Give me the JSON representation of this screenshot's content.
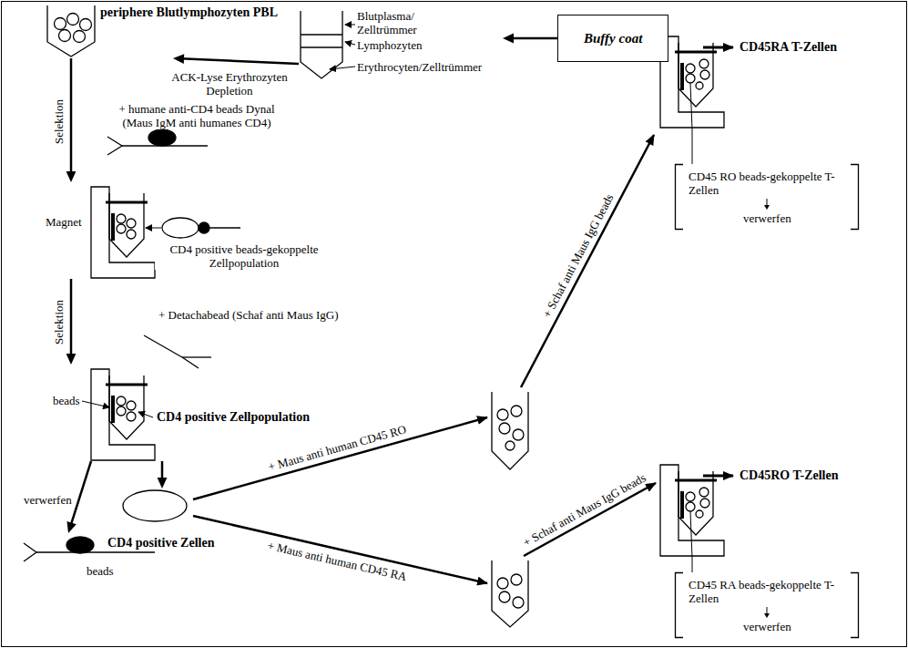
{
  "diagram": {
    "nodes": [
      {
        "text": [
          "periphere Blutlymphozyten PBL"
        ]
      },
      {
        "text": [
          "Blutplasma/ Zelltrümmer",
          "Lymphozyten",
          "Erythrocyten/Zelltrümmer"
        ]
      },
      {
        "text": [
          "Buffy coat"
        ]
      },
      {
        "text": [
          "Magnet"
        ]
      },
      {
        "text": [
          "CD4 positive Zellpopulation"
        ]
      },
      {
        "text": [
          "CD45RA T-Zellen"
        ]
      },
      {
        "text": [
          "CD45 RO beads-gekoppelte T-Zellen",
          "verwerfen"
        ]
      },
      {
        "text": [
          "CD4 positive Zellen"
        ]
      },
      {
        "text": [
          "CD45RO T-Zellen"
        ]
      },
      {
        "text": [
          "CD45 RA beads-gekoppelte T-Zellen",
          "verwerfen"
        ]
      },
      {
        "text": [
          "beads"
        ]
      }
    ],
    "edges": [
      {
        "from": 2,
        "to": 1,
        "arrow": "to"
      },
      {
        "from": 1,
        "to": 0,
        "label": "ACK-Lyse Erythrozyten Depletion",
        "arrow": "to"
      },
      {
        "from": 0,
        "to": 3,
        "label": "Selektion",
        "arrow": "to"
      },
      {
        "from": 3,
        "to": 4,
        "label": "Selektion",
        "arrow": "to"
      },
      {
        "from": 4,
        "to": 10,
        "label": "verwerfen",
        "arrow": "to"
      },
      {
        "from": 4,
        "to": 7,
        "arrow": "to"
      },
      {
        "from": 5,
        "to": 6,
        "arrow": "none"
      },
      {
        "from": 8,
        "to": 9,
        "arrow": "none"
      }
    ],
    "labels": [
      "+ humane anti-CD4 beads Dynal (Maus IgM anti humanes CD4)",
      "CD4 positive beads-gekoppelte Zellpopulation",
      "+ Detachabead (Schaf anti Maus IgG)",
      "beads",
      "+ Maus anti human CD45 RO",
      "+ Maus anti human CD45 RA",
      "+ Schaf anti Maus IgG beads",
      "+ Schaf anti Maus IgG beads"
    ]
  }
}
